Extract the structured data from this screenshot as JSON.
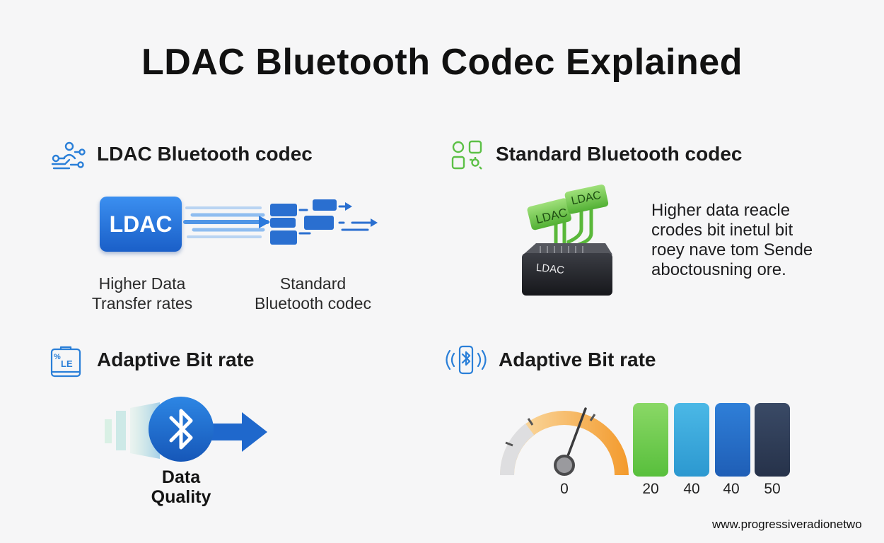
{
  "title": "LDAC Bluetooth Codec Explained",
  "sections": {
    "top_left": {
      "heading": "LDAC Bluetooth codec",
      "icon": "network-nodes-icon",
      "button_label": "LDAC",
      "caption_left_line1": "Higher Data",
      "caption_left_line2": "Transfer rates",
      "caption_right_line1": "Standard",
      "caption_right_line2": "Bluetooth codec"
    },
    "top_right": {
      "heading": "Standard Bluetooth codec",
      "icon": "grid-shapes-icon",
      "chip_label_1": "LDAC",
      "chip_label_2": "LDAC",
      "device_label": "LDAC",
      "paragraph_lines": [
        "Higher data reacle",
        "crodes bit inetul bit",
        "roey nave tom Sende",
        "aboctousning ore."
      ]
    },
    "bottom_left": {
      "heading": "Adaptive Bit rate",
      "icon": "sale-tag-icon",
      "icon_text_line1": "%",
      "icon_text_line2": "LE",
      "caption_line1": "Data",
      "caption_line2": "Quality"
    },
    "bottom_right": {
      "heading": "Adaptive Bit rate",
      "icon": "bluetooth-phone-icon",
      "gauge_label": "0",
      "bar_labels": [
        "20",
        "40",
        "40",
        "50"
      ],
      "bar_colors": [
        "#6fce4f",
        "#3aa9dc",
        "#2a71c9",
        "#2e3d56"
      ]
    }
  },
  "colors": {
    "accent_blue": "#1f6fd6",
    "accent_green": "#6dc84a",
    "gauge_orange": "#f5a03a"
  },
  "watermark": "www.progressiveradionetwo"
}
